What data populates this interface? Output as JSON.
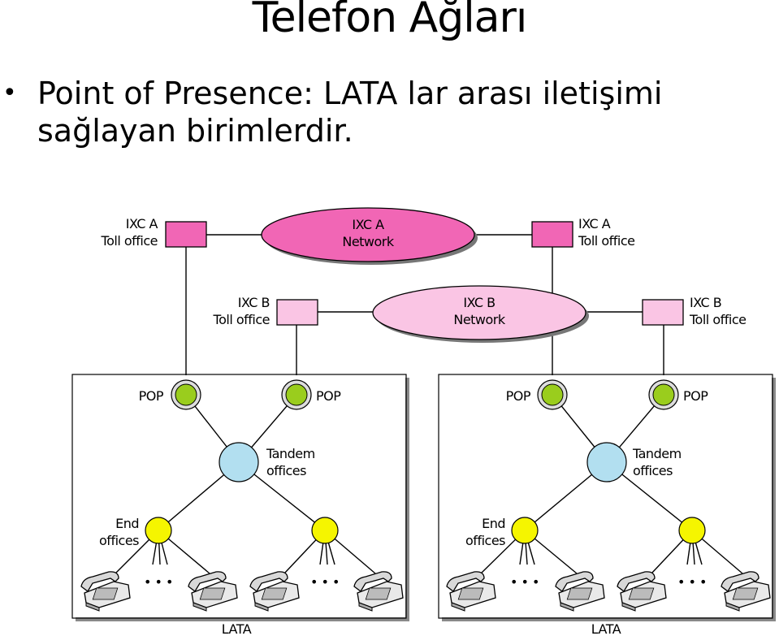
{
  "title": "Telefon Ağları",
  "bullet": {
    "line1": "Point of Presence: LATA lar arası iletişimi",
    "line2": "sağlayan birimlerdir."
  },
  "diagram": {
    "ixc_a_label": "IXC A",
    "ixc_b_label": "IXC B",
    "toll_office": "Toll office",
    "network": "Network",
    "pop": "POP",
    "tandem": "Tandem",
    "offices": "offices",
    "end": "End",
    "lata": "LATA",
    "dots": "• • •"
  },
  "colors": {
    "ixc_a": "#f166b5",
    "ixc_b": "#fac5e4",
    "pop": "#9acd1d",
    "tandem": "#b2dff0",
    "end_office": "#f5f500"
  }
}
